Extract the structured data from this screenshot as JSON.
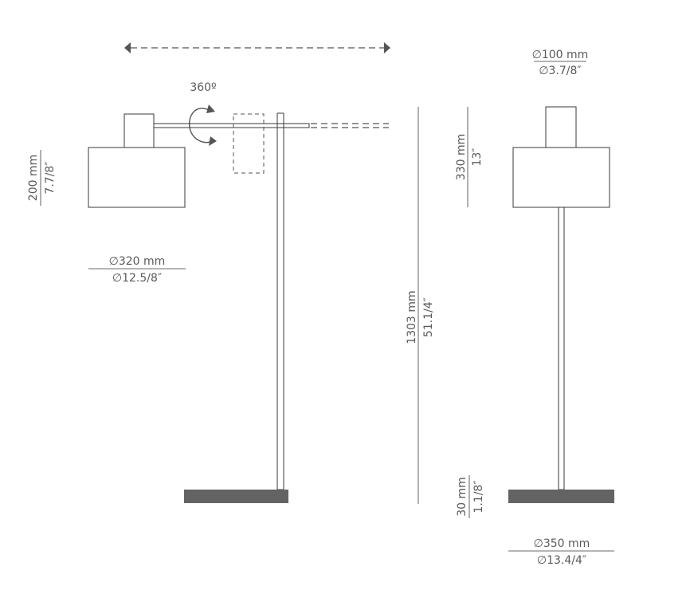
{
  "rotation": {
    "label": "360º"
  },
  "dimensions": {
    "shade_height": {
      "metric": "200 mm",
      "imperial": "7.7/8″"
    },
    "shade_diameter": {
      "metric": "∅320 mm",
      "imperial": "∅12.5/8″"
    },
    "total_height": {
      "metric": "1303 mm",
      "imperial": "51.1/4″"
    },
    "top_diameter": {
      "metric": "∅100 mm",
      "imperial": "∅3.7/8″"
    },
    "head_height": {
      "metric": "330 mm",
      "imperial": "13″"
    },
    "base_height": {
      "metric": "30 mm",
      "imperial": "1.1/8″"
    },
    "base_diameter": {
      "metric": "∅350 mm",
      "imperial": "∅13.4/4″"
    }
  },
  "colors": {
    "line": "#3a3a3a",
    "base": "#636363",
    "text": "#5a5a5a"
  }
}
